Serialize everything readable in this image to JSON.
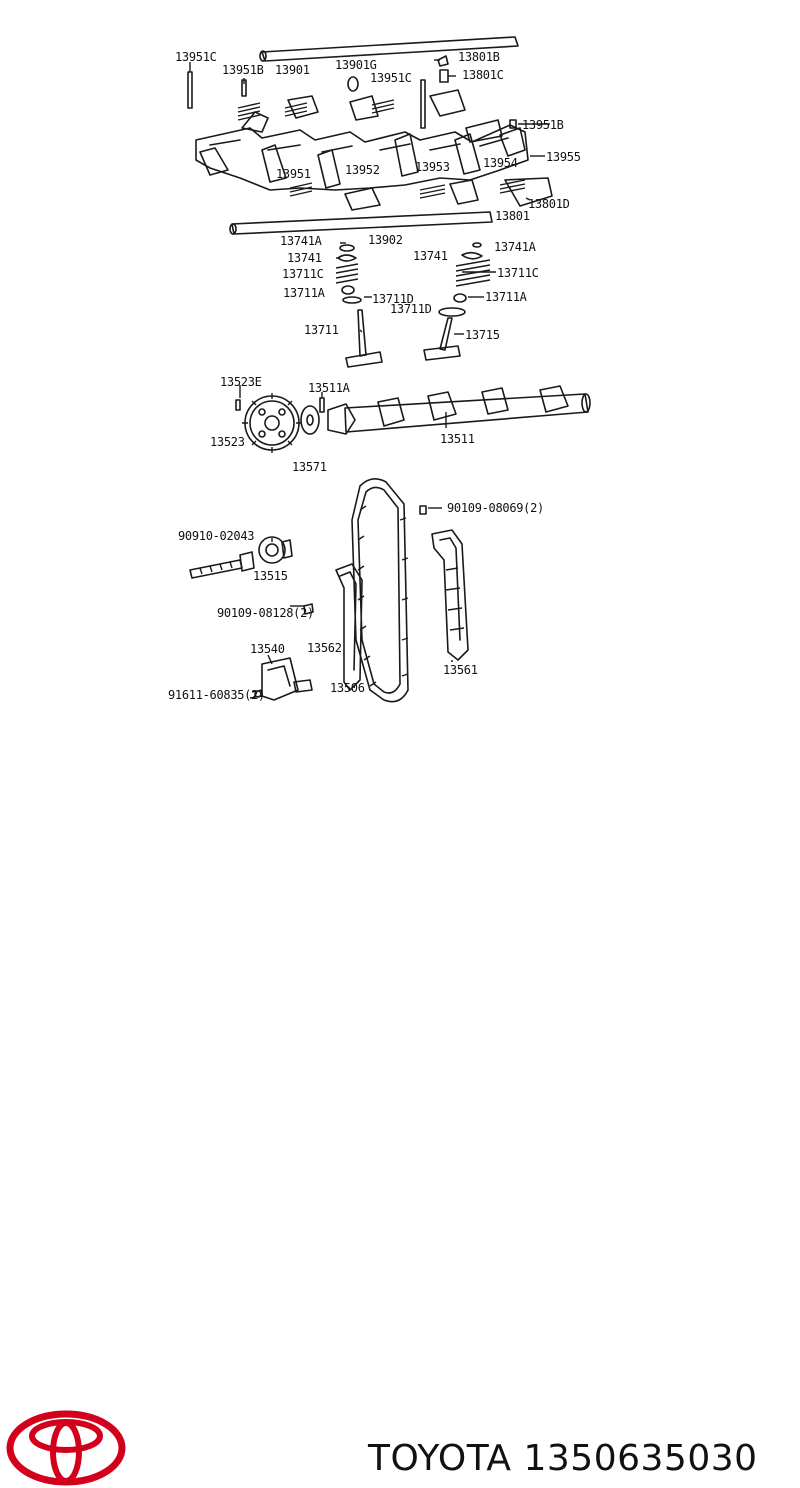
{
  "diagram": {
    "part_labels": {
      "l13951C": "13951C",
      "l13951B_a": "13951B",
      "l13901": "13901",
      "l13901G": "13901G",
      "l13951C_b": "13951C",
      "l13801B": "13801B",
      "l13801C": "13801C",
      "l13951B_b": "13951B",
      "l13955": "13955",
      "l13953": "13953",
      "l13954": "13954",
      "l13951": "13951",
      "l13952": "13952",
      "l13801D": "13801D",
      "l13801": "13801",
      "l13741A_a": "13741A",
      "l13902": "13902",
      "l13741_a": "13741",
      "l13741": "13741",
      "l13741A_b": "13741A",
      "l13711C_a": "13711C",
      "l13711C_b": "13711C",
      "l13711A_a": "13711A",
      "l13711D_a": "13711D",
      "l13711A_b": "13711A",
      "l13711D_b": "13711D",
      "l13711": "13711",
      "l13715": "13715",
      "l13523E": "13523E",
      "l13511A": "13511A",
      "l13523": "13523",
      "l13511": "13511",
      "l13571": "13571",
      "l90109_08069": "90109-08069(2)",
      "l90910_02043": "90910-02043",
      "l13515": "13515",
      "l90109_08128": "90109-08128(2)",
      "l13540": "13540",
      "l13562": "13562",
      "l13561": "13561",
      "l91611_60835": "91611-60835(2)",
      "l13506": "13506"
    }
  },
  "footer": {
    "brand": "TOYOTA",
    "part_number": "1350635030",
    "logo_icon": "toyota-logo-icon",
    "logo_color": "#d3001b"
  }
}
